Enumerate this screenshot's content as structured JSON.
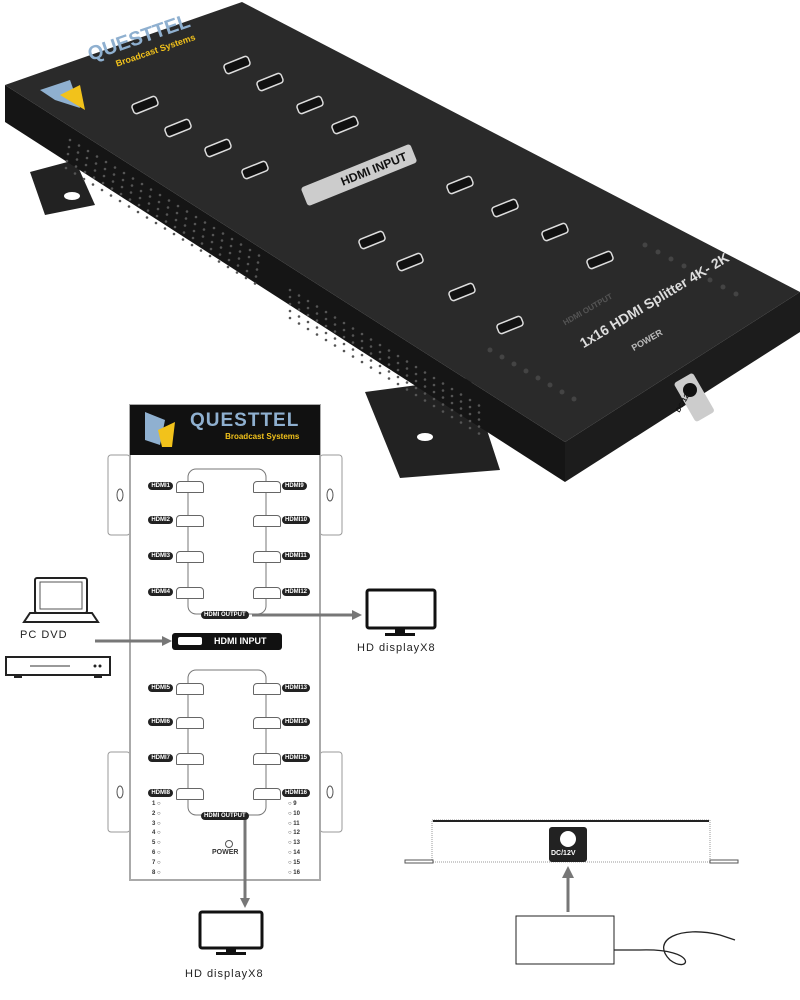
{
  "device": {
    "brand": "QUESTTEL",
    "brand_accent": "TEL",
    "tagline": "Broadcast Systems",
    "input_label": "HDMI INPUT",
    "output_label": "HDMI OUTPUT",
    "power_label": "POWER",
    "model": "1x16 HDMI Splitter 4K- 2K",
    "dc_label": "DC/12V"
  },
  "diagram": {
    "left_ports": [
      "HDMI1",
      "HDMI2",
      "HDMI3",
      "HDMI4"
    ],
    "right_ports": [
      "HDMI9",
      "HDMI10",
      "HDMI11",
      "HDMI12"
    ],
    "left_ports2": [
      "HDMI5",
      "HDMI6",
      "HDMI7",
      "HDMI8"
    ],
    "right_ports2": [
      "HDMI13",
      "HDMI14",
      "HDMI15",
      "HDMI16"
    ],
    "output_label": "HDMI OUTPUT",
    "input_label": "HDMI INPUT",
    "power_label": "POWER",
    "leds_left": [
      "1",
      "2",
      "3",
      "4",
      "5",
      "6",
      "7",
      "8"
    ],
    "leds_right": [
      "9",
      "10",
      "11",
      "12",
      "13",
      "14",
      "15",
      "16"
    ],
    "source_label": "PC DVD",
    "display_label_right": "HD displayX8",
    "display_label_bottom": "HD displayX8"
  },
  "power": {
    "dc_label": "DC/12V"
  },
  "colors": {
    "logo_yellow": "#f2c21b",
    "logo_blue": "#8fb0d0",
    "arrow": "#777777"
  }
}
